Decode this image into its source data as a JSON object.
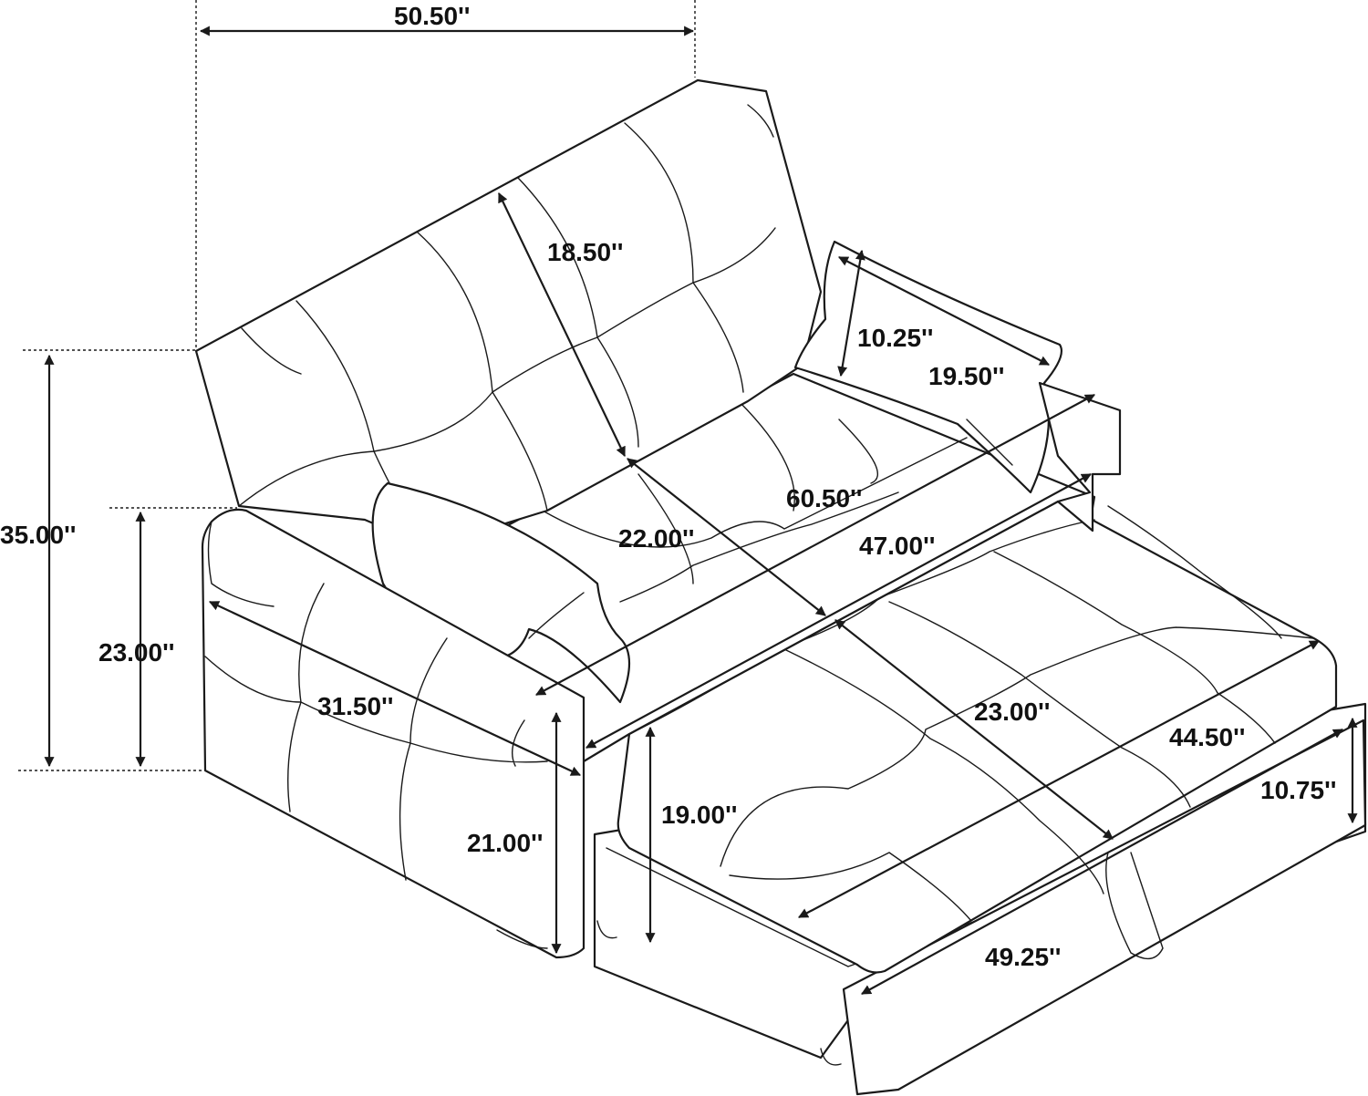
{
  "dimensions": {
    "overall_width": "50.50''",
    "overall_height": "35.00''",
    "arm_height": "23.00''",
    "back_height": "18.50''",
    "pillow_height": "10.25''",
    "pillow_width": "19.50''",
    "overall_length": "60.50''",
    "seat_width": "47.00''",
    "seat_depth": "22.00''",
    "arm_depth": "31.50''",
    "arm_front_height": "21.00''",
    "bed_height": "19.00''",
    "bed_depth": "23.00''",
    "bed_width": "44.50''",
    "drawer_height": "10.75''",
    "drawer_width": "49.25''"
  },
  "colors": {
    "line": "#1a1a1a",
    "background": "#ffffff"
  }
}
